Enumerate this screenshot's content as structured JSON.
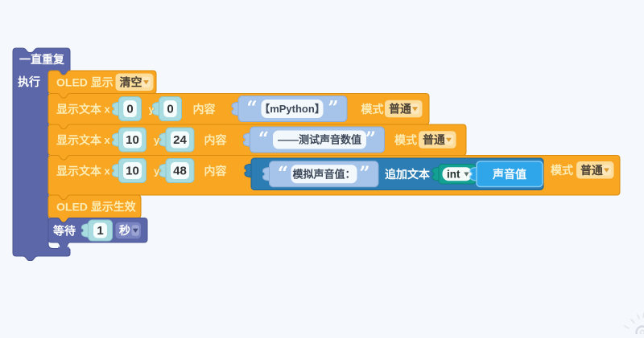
{
  "workspace": {
    "type": "block-editor-canvas",
    "background_color": "#f5f8fc",
    "colors": {
      "loop_purple": "#5b67a8",
      "oled_orange": "#f9a623",
      "number_slot_teal": "#a8dce0",
      "string_blue": "#a6c4e9",
      "join_blue": "#2c7db3",
      "cast_teal_green": "#12a193",
      "sound_blue": "#2fa5ea"
    }
  },
  "quotes": {
    "open": "“",
    "close": "”"
  },
  "blocks": {
    "repeat_forever": {
      "label": "一直重复",
      "do_label": "执行"
    },
    "oled_clear": {
      "label": "OLED 显示",
      "mode": "清空"
    },
    "display_text_1": {
      "label": "显示文本",
      "x_label": "x",
      "x_value": "0",
      "y_label": "y",
      "y_value": "0",
      "content_label": "内容",
      "text": "【mPython】",
      "mode_label": "模式",
      "mode": "普通"
    },
    "display_text_2": {
      "label": "显示文本",
      "x_label": "x",
      "x_value": "10",
      "y_label": "y",
      "y_value": "24",
      "content_label": "内容",
      "text": "——测试声音数值",
      "mode_label": "模式",
      "mode": "普通"
    },
    "display_text_3": {
      "label": "显示文本",
      "x_label": "x",
      "x_value": "10",
      "y_label": "y",
      "y_value": "48",
      "content_label": "内容",
      "text": "模拟声音值：",
      "append_label": "追加文本",
      "cast_type": "int",
      "append_value": "声音值",
      "mode_label": "模式",
      "mode": "普通"
    },
    "oled_refresh": {
      "label": "OLED 显示生效"
    },
    "wait": {
      "label": "等待",
      "value": "1",
      "unit": "秒"
    }
  }
}
